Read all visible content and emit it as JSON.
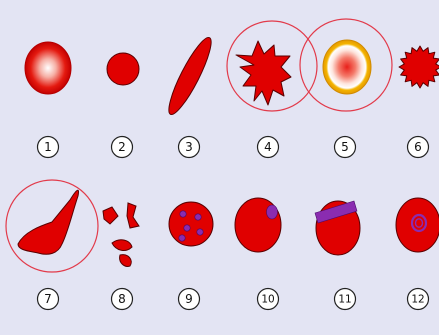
{
  "background_color": "#e3e4f3",
  "colors": {
    "cell_red": "#e00000",
    "outline": "#5a0000",
    "purple": "#8a2cb0",
    "ring": "#e23a4a",
    "gold": "#f4b400"
  },
  "cells": [
    {
      "number": "1",
      "shape": "normal-rbc-with-pale-center"
    },
    {
      "number": "2",
      "shape": "spherocyte"
    },
    {
      "number": "3",
      "shape": "elliptocyte"
    },
    {
      "number": "4",
      "shape": "acanthocyte",
      "highlighted": true
    },
    {
      "number": "5",
      "shape": "target-cell",
      "highlighted": true
    },
    {
      "number": "6",
      "shape": "echinocyte"
    },
    {
      "number": "7",
      "shape": "teardrop-cell",
      "highlighted": true
    },
    {
      "number": "8",
      "shape": "schistocyte-fragments"
    },
    {
      "number": "9",
      "shape": "cell-with-pappenheimer-bodies"
    },
    {
      "number": "10",
      "shape": "cell-with-howell-jolly-body"
    },
    {
      "number": "11",
      "shape": "cell-with-heinz-body"
    },
    {
      "number": "12",
      "shape": "cell-with-cabot-ring"
    }
  ]
}
